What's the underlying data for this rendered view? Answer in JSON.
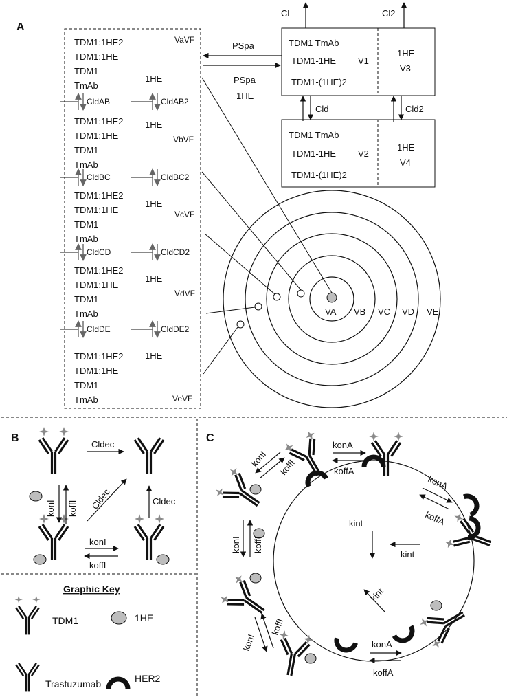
{
  "panels": {
    "a": "A",
    "b": "B",
    "c": "C"
  },
  "panel_a": {
    "compartment_blocks": [
      {
        "species": [
          "TDM1:1HE2",
          "TDM1:1HE",
          "TDM1",
          "TmAb"
        ],
        "free_label": "1HE",
        "volume": "VaVF"
      },
      {
        "species": [
          "TDM1:1HE2",
          "TDM1:1HE",
          "TDM1",
          "TmAb"
        ],
        "free_label": "1HE",
        "volume": "VbVF"
      },
      {
        "species": [
          "TDM1:1HE2",
          "TDM1:1HE",
          "TDM1",
          "TmAb"
        ],
        "free_label": "1HE",
        "volume": "VcVF"
      },
      {
        "species": [
          "TDM1:1HE2",
          "TDM1:1HE",
          "TDM1",
          "TmAb"
        ],
        "free_label": "1HE",
        "volume": "VdVF"
      },
      {
        "species": [
          "TDM1:1HE2",
          "TDM1:1HE",
          "TDM1",
          "TmAb"
        ],
        "free_label": "1HE",
        "volume": "VeVF"
      }
    ],
    "transfer_labels": [
      {
        "left": "CldAB",
        "right": "CldAB2"
      },
      {
        "left": "CldBC",
        "right": "CldBC2"
      },
      {
        "left": "CldCD",
        "right": "CldCD2"
      },
      {
        "left": "CldDE",
        "right": "CldDE2"
      }
    ],
    "pspa_top": "PSpa",
    "pspa_bottom": [
      "PSpa",
      "1HE"
    ],
    "central_box": {
      "l1": "TDM1  TmAb",
      "l2": "TDM1-1HE",
      "l3": "TDM1-(1HE)2",
      "vol": "V1",
      "right1": "1HE",
      "right2": "V3"
    },
    "peripheral_box": {
      "l1": "TDM1  TmAb",
      "l2": "TDM1-1HE",
      "l3": "TDM1-(1HE)2",
      "vol": "V2",
      "right1": "1HE",
      "right2": "V4"
    },
    "clearance": {
      "cl": "Cl",
      "cl2": "Cl2",
      "cld": "Cld",
      "cld2": "Cld2"
    },
    "rings": [
      "VA",
      "VB",
      "VC",
      "VD",
      "VE"
    ]
  },
  "panel_b": {
    "cldec": "Cldec",
    "kon": "konI",
    "koff": "koffI",
    "graphic_key": {
      "title": "Graphic Key",
      "tdm1": "TDM1",
      "he": "1HE",
      "trastuzumab": "Trastuzumab",
      "her2": "HER2"
    }
  },
  "panel_c": {
    "konA": "konA",
    "koffA": "koffA",
    "konI": "konI",
    "koffI": "koffI",
    "kint": "kint"
  }
}
